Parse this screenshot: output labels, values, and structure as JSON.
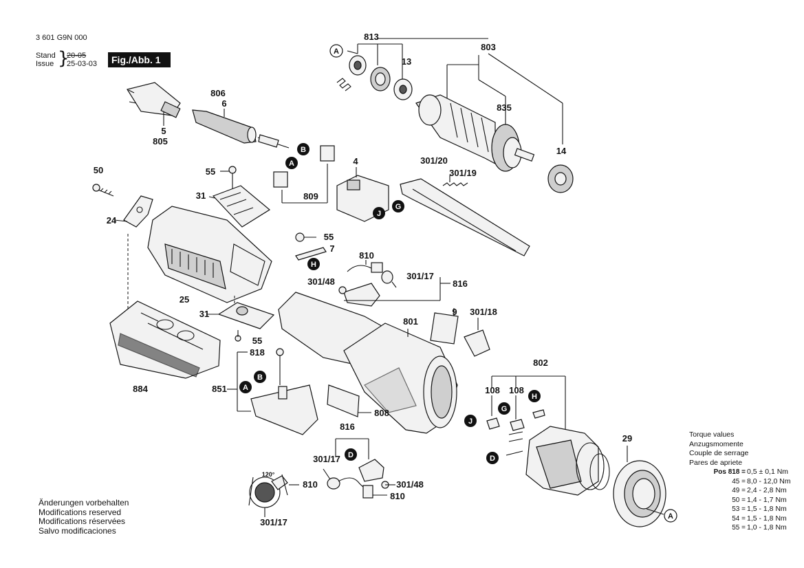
{
  "header": {
    "doc_number": "3 601 G9N 000",
    "stand_label": "Stand",
    "issue_label": "Issue",
    "stand_date": "20-05",
    "issue_date": "25-03-03",
    "figure_label": "Fig./Abb. 1"
  },
  "part_labels": {
    "p813": "813",
    "p803": "803",
    "p13": "13",
    "p835": "835",
    "p14": "14",
    "p806": "806",
    "p6": "6",
    "p5": "5",
    "p805": "805",
    "p50": "50",
    "p55a": "55",
    "p31a": "31",
    "p809": "809",
    "p24": "24",
    "p25": "25",
    "p4": "4",
    "p301_20": "301/20",
    "p301_19": "301/19",
    "p55b": "55",
    "p7": "7",
    "p810a": "810",
    "p301_17a": "301/17",
    "p816a": "816",
    "p301_48a": "301/48",
    "p9": "9",
    "p301_18": "301/18",
    "p801": "801",
    "p31b": "31",
    "p55c": "55",
    "p884": "884",
    "p818": "818",
    "p851": "851",
    "p808": "808",
    "p802": "802",
    "p108a": "108",
    "p108b": "108",
    "p29": "29",
    "p816b": "816",
    "p301_17b": "301/17",
    "p301_48b": "301/48",
    "p810b": "810",
    "p810c": "810",
    "p301_17c": "301/17",
    "angle": "120°"
  },
  "callouts": {
    "A": "A",
    "B": "B",
    "D": "D",
    "G": "G",
    "H": "H",
    "J": "J"
  },
  "footer": {
    "lines": [
      "Änderungen vorbehalten",
      "Modifications reserved",
      "Modifications réservées",
      "Salvo modificaciones"
    ]
  },
  "torque": {
    "titles": [
      "Torque values",
      "Anzugsmomente",
      "Couple de serrage",
      "Pares de apriete"
    ],
    "rows": [
      {
        "key": "Pos 818 =",
        "value": "0,5 ± 0,1 Nm"
      },
      {
        "key": "45 =",
        "value": "8,0 - 12,0 Nm"
      },
      {
        "key": "49 =",
        "value": "2,4 - 2,8 Nm"
      },
      {
        "key": "50 =",
        "value": "1,4 - 1,7 Nm"
      },
      {
        "key": "53 =",
        "value": "1,5 - 1,8 Nm"
      },
      {
        "key": "54 =",
        "value": "1,5 - 1,8 Nm"
      },
      {
        "key": "55 =",
        "value": "1,0 - 1,8 Nm"
      }
    ]
  }
}
